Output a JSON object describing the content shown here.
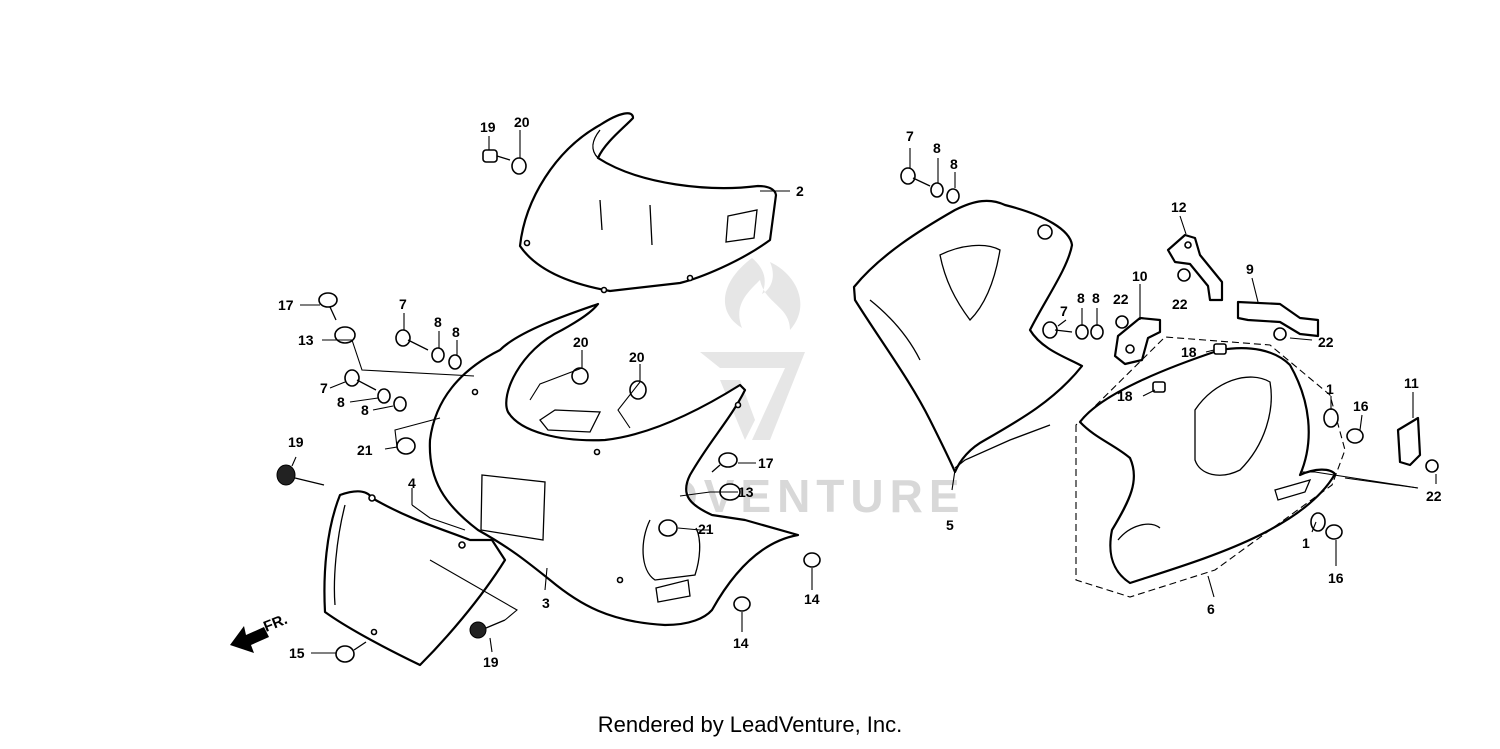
{
  "footer": "Rendered by LeadVenture, Inc.",
  "watermark": "LEADVENTURE",
  "direction_label": "FR.",
  "callouts": {
    "c1": "19",
    "c2": "20",
    "c3": "2",
    "c4": "17",
    "c5": "7",
    "c6": "8",
    "c7": "8",
    "c8": "13",
    "c9": "20",
    "c10": "20",
    "c11": "7",
    "c12": "8",
    "c13": "8",
    "c14": "21",
    "c15": "19",
    "c16": "4",
    "c17": "17",
    "c18": "13",
    "c19": "21",
    "c20": "3",
    "c21": "14",
    "c22": "14",
    "c23": "15",
    "c24": "19",
    "c25": "7",
    "c26": "8",
    "c27": "8",
    "c28": "7",
    "c29": "8",
    "c30": "8",
    "c31": "5",
    "c32": "12",
    "c33": "22",
    "c34": "22",
    "c35": "10",
    "c36": "9",
    "c37": "22",
    "c38": "18",
    "c39": "18",
    "c40": "1",
    "c41": "16",
    "c42": "11",
    "c43": "22",
    "c44": "1",
    "c45": "16",
    "c46": "6"
  }
}
